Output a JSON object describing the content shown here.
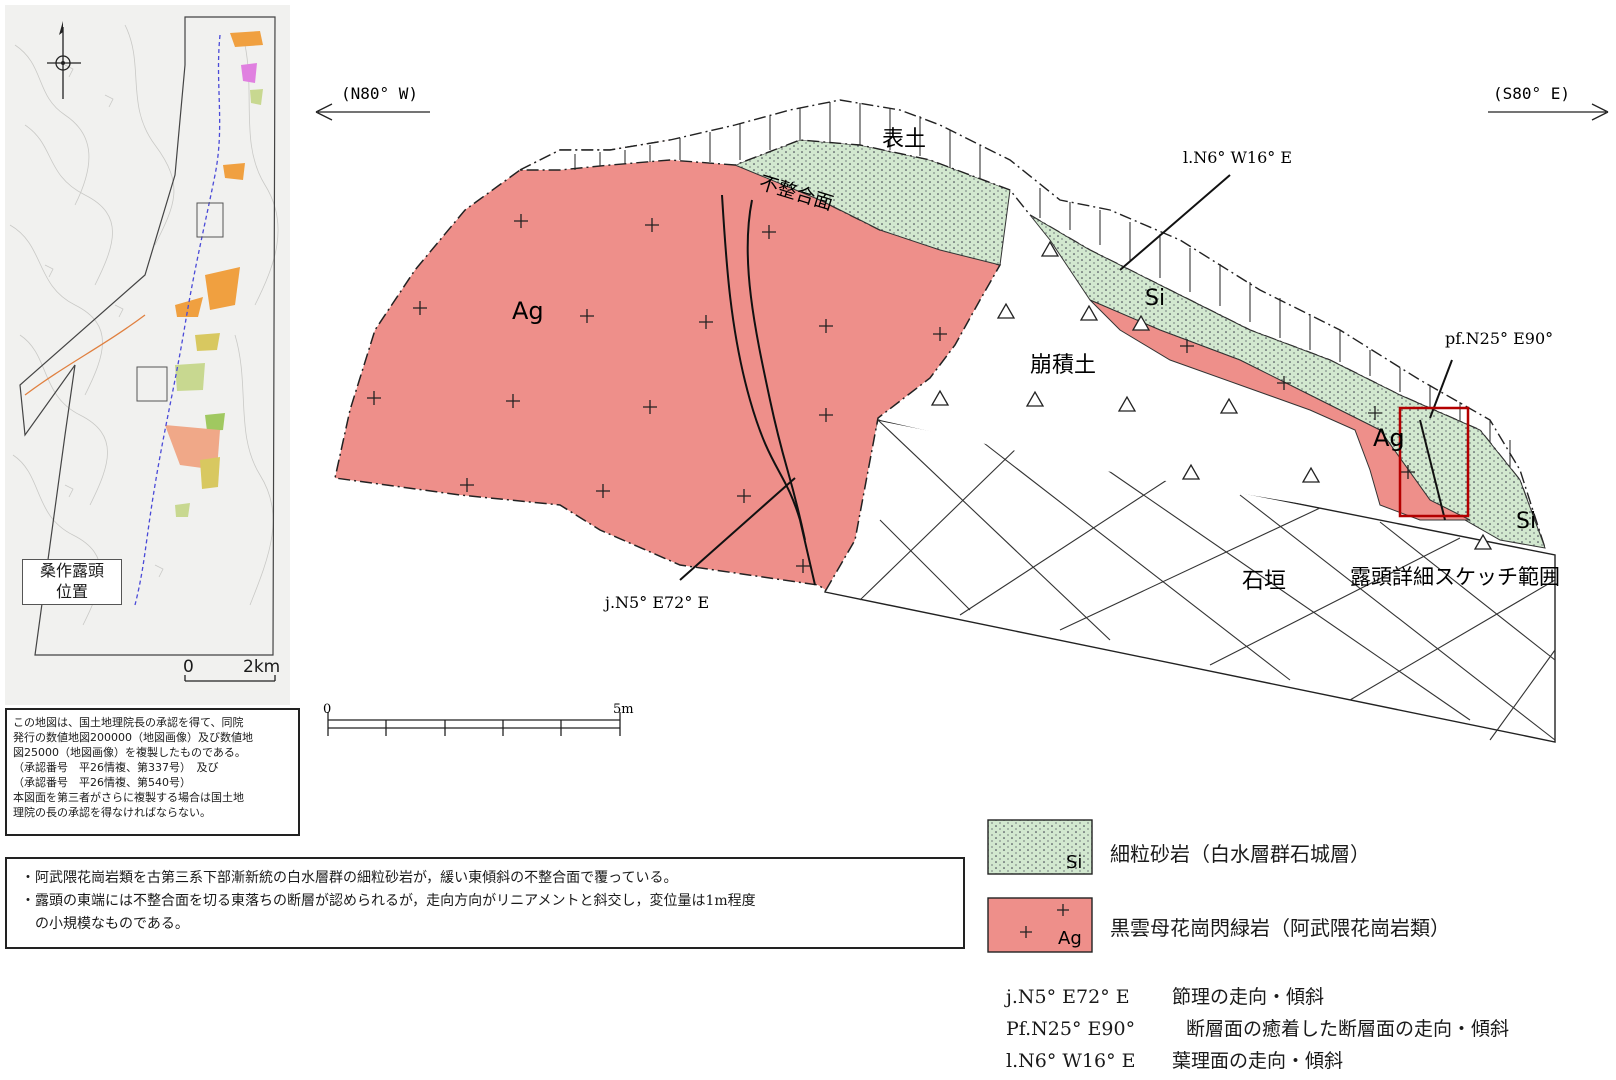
{
  "map": {
    "location_label": [
      "桑作露頭",
      "位置"
    ],
    "scale_zero": "0",
    "scale_max": "2km"
  },
  "notice_lines": [
    "この地図は、国土地理院長の承認を得て、同院",
    "発行の数値地図200000（地図画像）及び数値地",
    "図25000（地図画像）を複製したものである。",
    "（承認番号　平26情複、第337号）　及び",
    "（承認番号　平26情複、第540号）",
    "本図面を第三者がさらに複製する場合は国土地",
    "理院の長の承認を得なければならない。"
  ],
  "description": [
    "・阿武隈花崗岩類を古第三系下部漸新統の白水層群の細粒砂岩が，緩い東傾斜の不整合面で覆っている。",
    "・露頭の東端には不整合面を切る東落ちの断層が認められるが，走向方向がリニアメントと斜交し，変位量は1m程度",
    "　の小規模なものである。"
  ],
  "sketch": {
    "dir_west": "(N80° W)",
    "dir_east": "(S80° E)",
    "label_topsoil": "表土",
    "label_unconformity": "不整合面",
    "label_foliation": "l.N6° W16° E",
    "label_colluvium": "崩積土",
    "label_fault": "pf.N25° E90°",
    "label_ag_main": "Ag",
    "label_ag_east": "Ag",
    "label_si_upper": "Si",
    "label_si_east": "Si",
    "label_joint": "j.N5° E72° E",
    "label_stonewall": "石垣",
    "label_detail_range": "露頭詳細スケッチ範囲",
    "scale_zero": "0",
    "scale_max": "5m"
  },
  "legend": {
    "si_symbol": "Si",
    "si_text": "細粒砂岩（白水層群石城層）",
    "ag_symbol": "Ag",
    "ag_text": "黒雲母花崗閃緑岩（阿武隈花崗岩類）"
  },
  "notes": [
    {
      "code": "j.N5° E72° E",
      "text": "節理の走向・傾斜"
    },
    {
      "code": "Pf.N25° E90°",
      "text": "断層面の癒着した断層面の走向・傾斜"
    },
    {
      "code": "l.N6° W16° E",
      "text": "葉理面の走向・傾斜"
    }
  ],
  "colors": {
    "granite_fill": "#ee8f8a",
    "sandstone_fill": "#cfe6cc",
    "highlight_box": "#b30000"
  }
}
